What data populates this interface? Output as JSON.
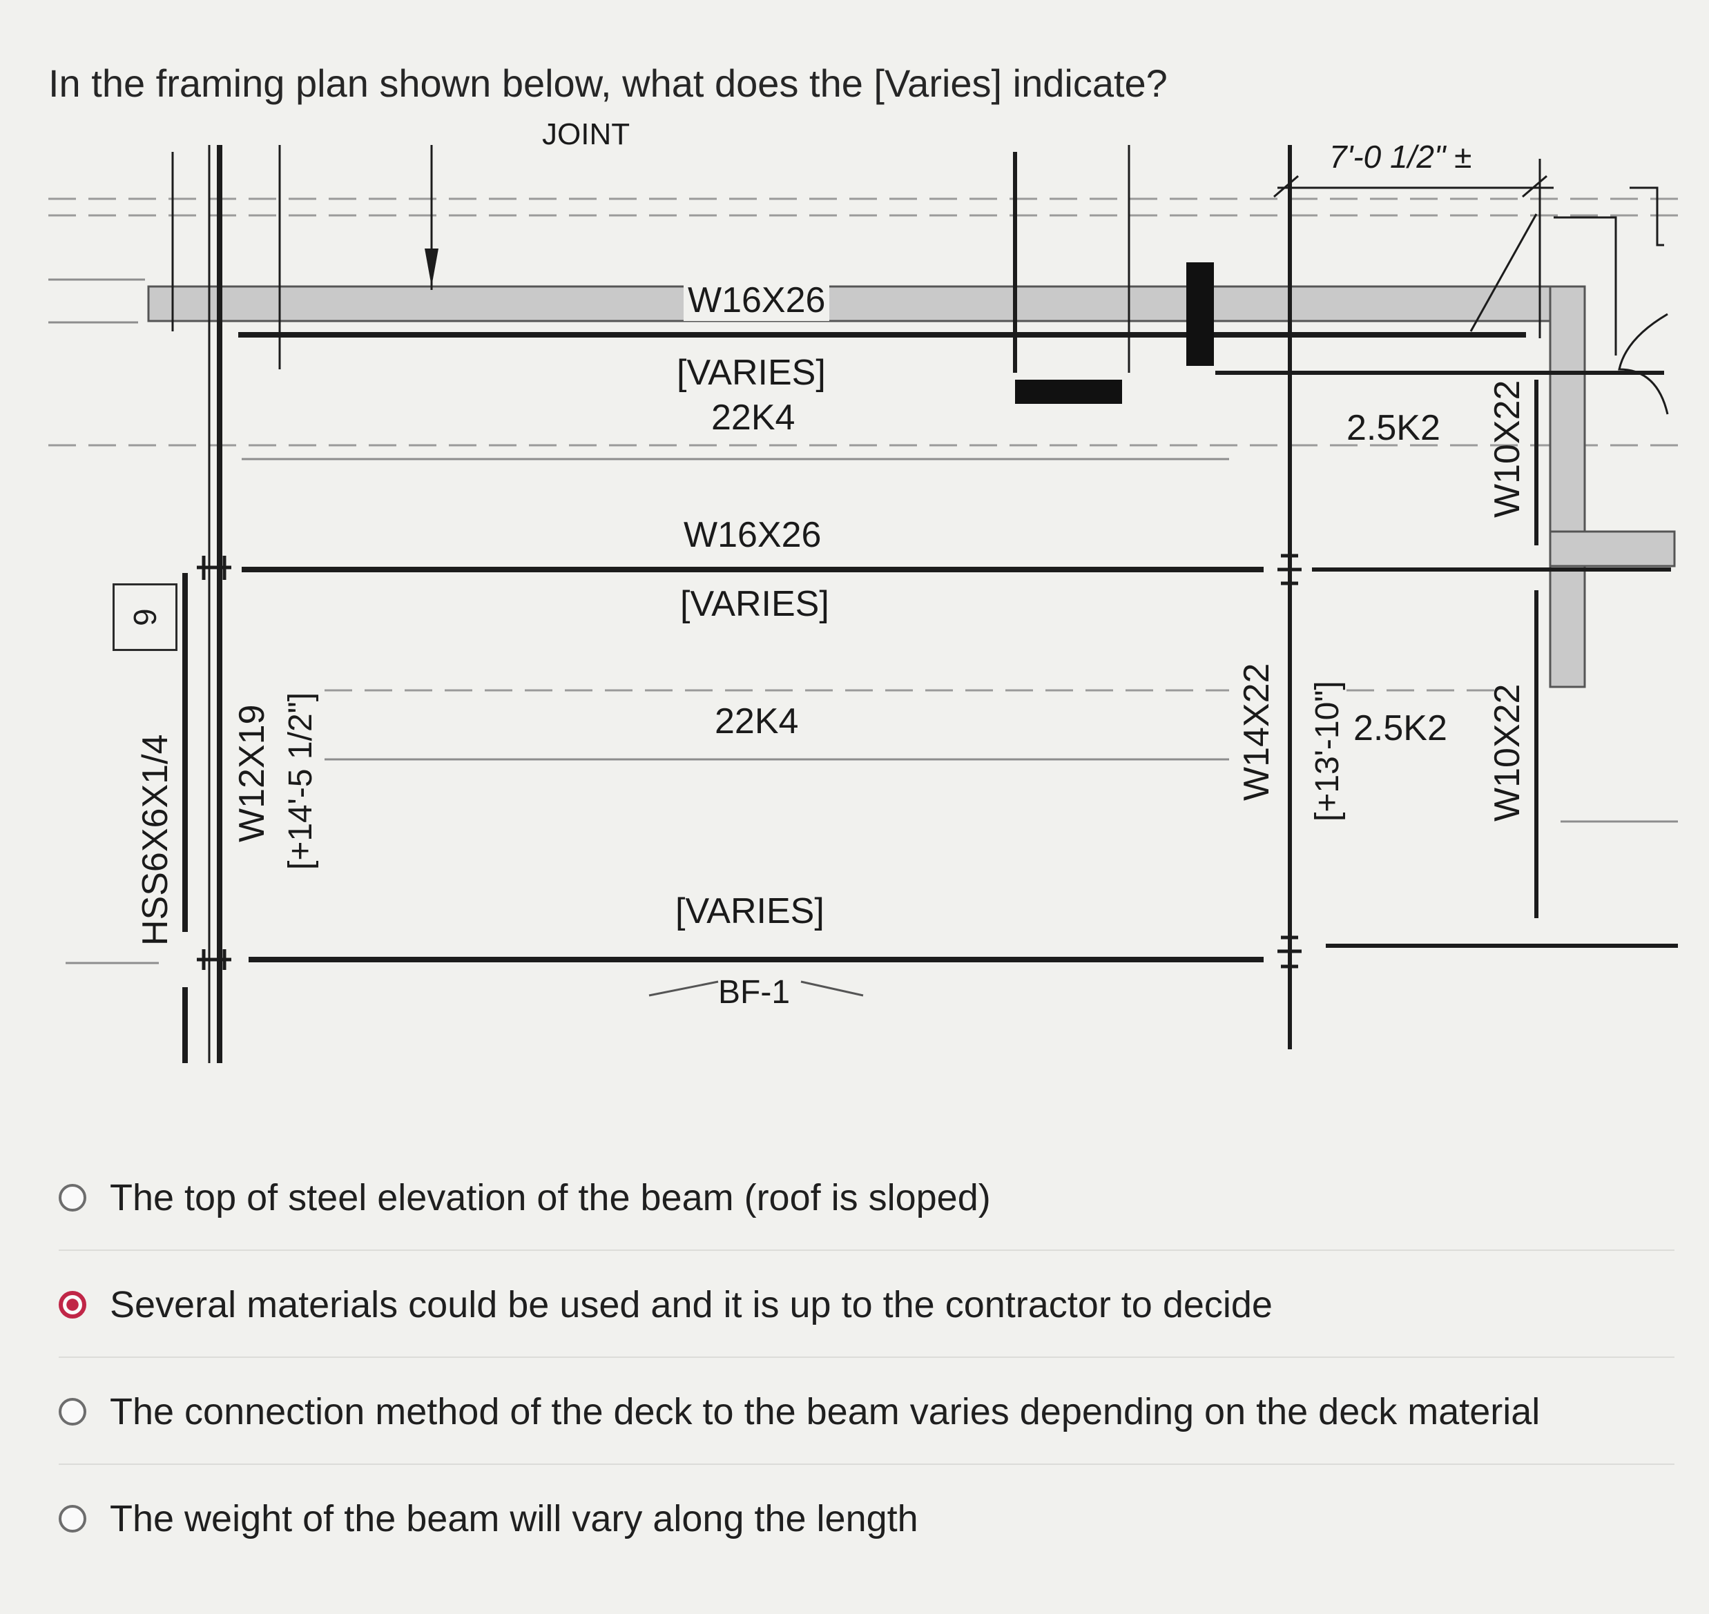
{
  "question": "In the framing plan shown below, what does the [Varies] indicate?",
  "plan": {
    "top_label": "JOINT",
    "dimension": "7'-0 1/2\" ±",
    "beam_top": "W16X26",
    "varies_1": "[VARIES]",
    "joist_1": "22K4",
    "beam_mid": "W16X26",
    "varies_2": "[VARIES]",
    "joist_2": "22K4",
    "varies_3": "[VARIES]",
    "bf": "BF-1",
    "detail_tag": "6",
    "col_hss": "HSS6X6X1/4",
    "col_w12": "W12X19",
    "elev_left": "[+14'-5 1/2\"]",
    "col_w14": "W14X22",
    "elev_right": "[+13'-10\"]",
    "joist_r1": "2.5K2",
    "joist_r2": "2.5K2",
    "beam_r1": "W10X22",
    "beam_r2": "W10X22"
  },
  "options": [
    {
      "label": "The top of steel elevation of the beam (roof is sloped)",
      "selected": false
    },
    {
      "label": "Several materials could be used and it is up to the contractor to decide",
      "selected": true
    },
    {
      "label": "The connection method of the deck to the beam varies depending on the deck material",
      "selected": false
    },
    {
      "label": "The weight of the beam will vary along the length",
      "selected": false
    }
  ],
  "colors": {
    "selected_radio": "#c02647"
  }
}
